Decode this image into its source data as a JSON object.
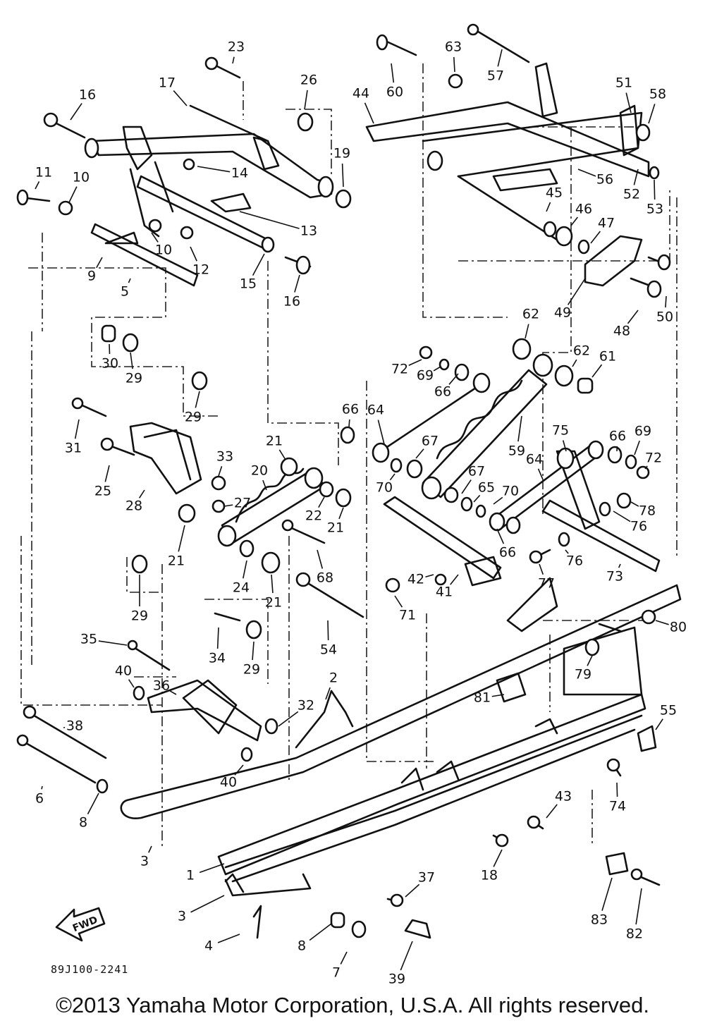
{
  "diagram": {
    "code": "89J100-2241",
    "fwd_label": "FWD",
    "copyright": "©2013 Yamaha Motor Corporation, U.S.A. All rights reserved.",
    "callouts": [
      {
        "id": "1",
        "text": "1"
      },
      {
        "id": "2",
        "text": "2"
      },
      {
        "id": "3a",
        "text": "3"
      },
      {
        "id": "3b",
        "text": "3"
      },
      {
        "id": "4",
        "text": "4"
      },
      {
        "id": "5",
        "text": "5"
      },
      {
        "id": "6",
        "text": "6"
      },
      {
        "id": "7",
        "text": "7"
      },
      {
        "id": "8a",
        "text": "8"
      },
      {
        "id": "8b",
        "text": "8"
      },
      {
        "id": "9",
        "text": "9"
      },
      {
        "id": "10a",
        "text": "10"
      },
      {
        "id": "10b",
        "text": "10"
      },
      {
        "id": "11",
        "text": "11"
      },
      {
        "id": "12",
        "text": "12"
      },
      {
        "id": "13",
        "text": "13"
      },
      {
        "id": "14",
        "text": "14"
      },
      {
        "id": "15",
        "text": "15"
      },
      {
        "id": "16a",
        "text": "16"
      },
      {
        "id": "16b",
        "text": "16"
      },
      {
        "id": "17",
        "text": "17"
      },
      {
        "id": "18",
        "text": "18"
      },
      {
        "id": "19",
        "text": "19"
      },
      {
        "id": "20",
        "text": "20"
      },
      {
        "id": "21a",
        "text": "21"
      },
      {
        "id": "21b",
        "text": "21"
      },
      {
        "id": "21c",
        "text": "21"
      },
      {
        "id": "21d",
        "text": "21"
      },
      {
        "id": "22",
        "text": "22"
      },
      {
        "id": "23",
        "text": "23"
      },
      {
        "id": "24",
        "text": "24"
      },
      {
        "id": "25",
        "text": "25"
      },
      {
        "id": "26",
        "text": "26"
      },
      {
        "id": "27",
        "text": "27"
      },
      {
        "id": "28",
        "text": "28"
      },
      {
        "id": "29a",
        "text": "29"
      },
      {
        "id": "29b",
        "text": "29"
      },
      {
        "id": "29c",
        "text": "29"
      },
      {
        "id": "29d",
        "text": "29"
      },
      {
        "id": "30",
        "text": "30"
      },
      {
        "id": "31",
        "text": "31"
      },
      {
        "id": "32",
        "text": "32"
      },
      {
        "id": "33",
        "text": "33"
      },
      {
        "id": "34",
        "text": "34"
      },
      {
        "id": "35",
        "text": "35"
      },
      {
        "id": "36",
        "text": "36"
      },
      {
        "id": "37",
        "text": "37"
      },
      {
        "id": "38",
        "text": "38"
      },
      {
        "id": "39",
        "text": "39"
      },
      {
        "id": "40a",
        "text": "40"
      },
      {
        "id": "40b",
        "text": "40"
      },
      {
        "id": "41",
        "text": "41"
      },
      {
        "id": "42",
        "text": "42"
      },
      {
        "id": "43",
        "text": "43"
      },
      {
        "id": "44",
        "text": "44"
      },
      {
        "id": "45",
        "text": "45"
      },
      {
        "id": "46",
        "text": "46"
      },
      {
        "id": "47",
        "text": "47"
      },
      {
        "id": "48",
        "text": "48"
      },
      {
        "id": "49",
        "text": "49"
      },
      {
        "id": "50",
        "text": "50"
      },
      {
        "id": "51",
        "text": "51"
      },
      {
        "id": "52",
        "text": "52"
      },
      {
        "id": "53",
        "text": "53"
      },
      {
        "id": "54",
        "text": "54"
      },
      {
        "id": "55",
        "text": "55"
      },
      {
        "id": "56",
        "text": "56"
      },
      {
        "id": "57",
        "text": "57"
      },
      {
        "id": "58",
        "text": "58"
      },
      {
        "id": "59",
        "text": "59"
      },
      {
        "id": "60",
        "text": "60"
      },
      {
        "id": "61",
        "text": "61"
      },
      {
        "id": "62a",
        "text": "62"
      },
      {
        "id": "62b",
        "text": "62"
      },
      {
        "id": "63",
        "text": "63"
      },
      {
        "id": "64a",
        "text": "64"
      },
      {
        "id": "64b",
        "text": "64"
      },
      {
        "id": "65",
        "text": "65"
      },
      {
        "id": "66a",
        "text": "66"
      },
      {
        "id": "66b",
        "text": "66"
      },
      {
        "id": "66c",
        "text": "66"
      },
      {
        "id": "66d",
        "text": "66"
      },
      {
        "id": "67a",
        "text": "67"
      },
      {
        "id": "67b",
        "text": "67"
      },
      {
        "id": "68",
        "text": "68"
      },
      {
        "id": "69a",
        "text": "69"
      },
      {
        "id": "69b",
        "text": "69"
      },
      {
        "id": "70a",
        "text": "70"
      },
      {
        "id": "70b",
        "text": "70"
      },
      {
        "id": "71",
        "text": "71"
      },
      {
        "id": "72a",
        "text": "72"
      },
      {
        "id": "72b",
        "text": "72"
      },
      {
        "id": "73",
        "text": "73"
      },
      {
        "id": "74",
        "text": "74"
      },
      {
        "id": "75",
        "text": "75"
      },
      {
        "id": "76a",
        "text": "76"
      },
      {
        "id": "76b",
        "text": "76"
      },
      {
        "id": "77",
        "text": "77"
      },
      {
        "id": "78",
        "text": "78"
      },
      {
        "id": "79",
        "text": "79"
      },
      {
        "id": "80",
        "text": "80"
      },
      {
        "id": "81",
        "text": "81"
      },
      {
        "id": "82",
        "text": "82"
      },
      {
        "id": "83",
        "text": "83"
      }
    ]
  }
}
